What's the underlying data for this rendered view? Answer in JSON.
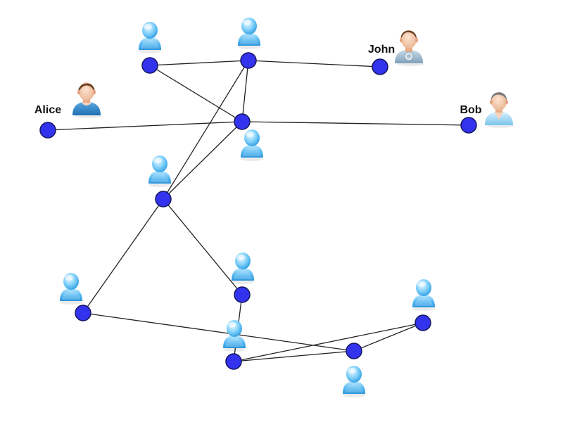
{
  "colors": {
    "node_fill": "#3333ee",
    "node_stroke": "#151560",
    "edge": "#222222",
    "generic_user": "#4fb6f0"
  },
  "nodes": [
    {
      "id": "n1",
      "name": "",
      "avatar": "generic-user-icon"
    },
    {
      "id": "n2",
      "name": "",
      "avatar": "generic-user-icon"
    },
    {
      "id": "n3",
      "name": "John",
      "avatar": "john-avatar-icon"
    },
    {
      "id": "n4",
      "name": "Alice",
      "avatar": "alice-avatar-icon"
    },
    {
      "id": "n5",
      "name": "",
      "avatar": "generic-user-icon"
    },
    {
      "id": "n6",
      "name": "Bob",
      "avatar": "bob-avatar-icon"
    },
    {
      "id": "n7",
      "name": "",
      "avatar": "generic-user-icon"
    },
    {
      "id": "n8",
      "name": "",
      "avatar": "generic-user-icon"
    },
    {
      "id": "n9",
      "name": "",
      "avatar": "generic-user-icon"
    },
    {
      "id": "n10",
      "name": "",
      "avatar": "generic-user-icon"
    },
    {
      "id": "n11",
      "name": "",
      "avatar": "generic-user-icon"
    },
    {
      "id": "n12",
      "name": "",
      "avatar": "generic-user-icon"
    }
  ],
  "edges": [
    [
      "n1",
      "n2"
    ],
    [
      "n2",
      "n3"
    ],
    [
      "n1",
      "n5"
    ],
    [
      "n2",
      "n5"
    ],
    [
      "n4",
      "n5"
    ],
    [
      "n5",
      "n6"
    ],
    [
      "n2",
      "n7"
    ],
    [
      "n5",
      "n7"
    ],
    [
      "n7",
      "n9"
    ],
    [
      "n7",
      "n8"
    ],
    [
      "n9",
      "n10"
    ],
    [
      "n10",
      "n11"
    ],
    [
      "n8",
      "n11"
    ],
    [
      "n10",
      "n12"
    ],
    [
      "n11",
      "n12"
    ]
  ]
}
